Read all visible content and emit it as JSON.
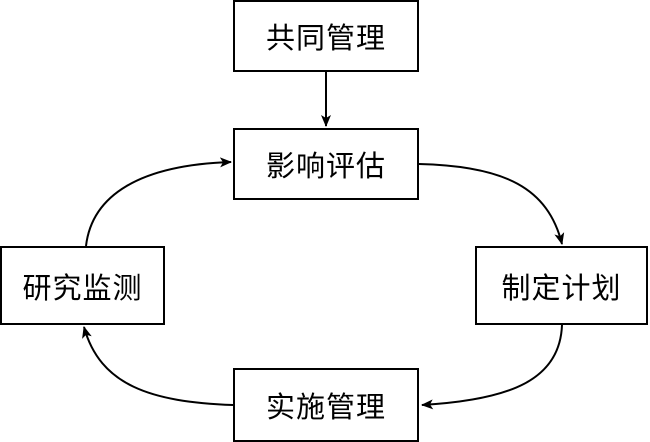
{
  "diagram": {
    "nodes": {
      "top": "共同管理",
      "center": "影响评估",
      "left": "研究监测",
      "right": "制定计划",
      "bottom": "实施管理"
    },
    "colors": {
      "stroke": "#000000",
      "fill": "#ffffff",
      "text": "#000000"
    },
    "edges": [
      {
        "from": "top",
        "to": "center",
        "style": "straight"
      },
      {
        "from": "center",
        "to": "right",
        "style": "curved"
      },
      {
        "from": "right",
        "to": "bottom",
        "style": "curved"
      },
      {
        "from": "bottom",
        "to": "left",
        "style": "curved"
      },
      {
        "from": "left",
        "to": "center",
        "style": "curved"
      }
    ]
  }
}
